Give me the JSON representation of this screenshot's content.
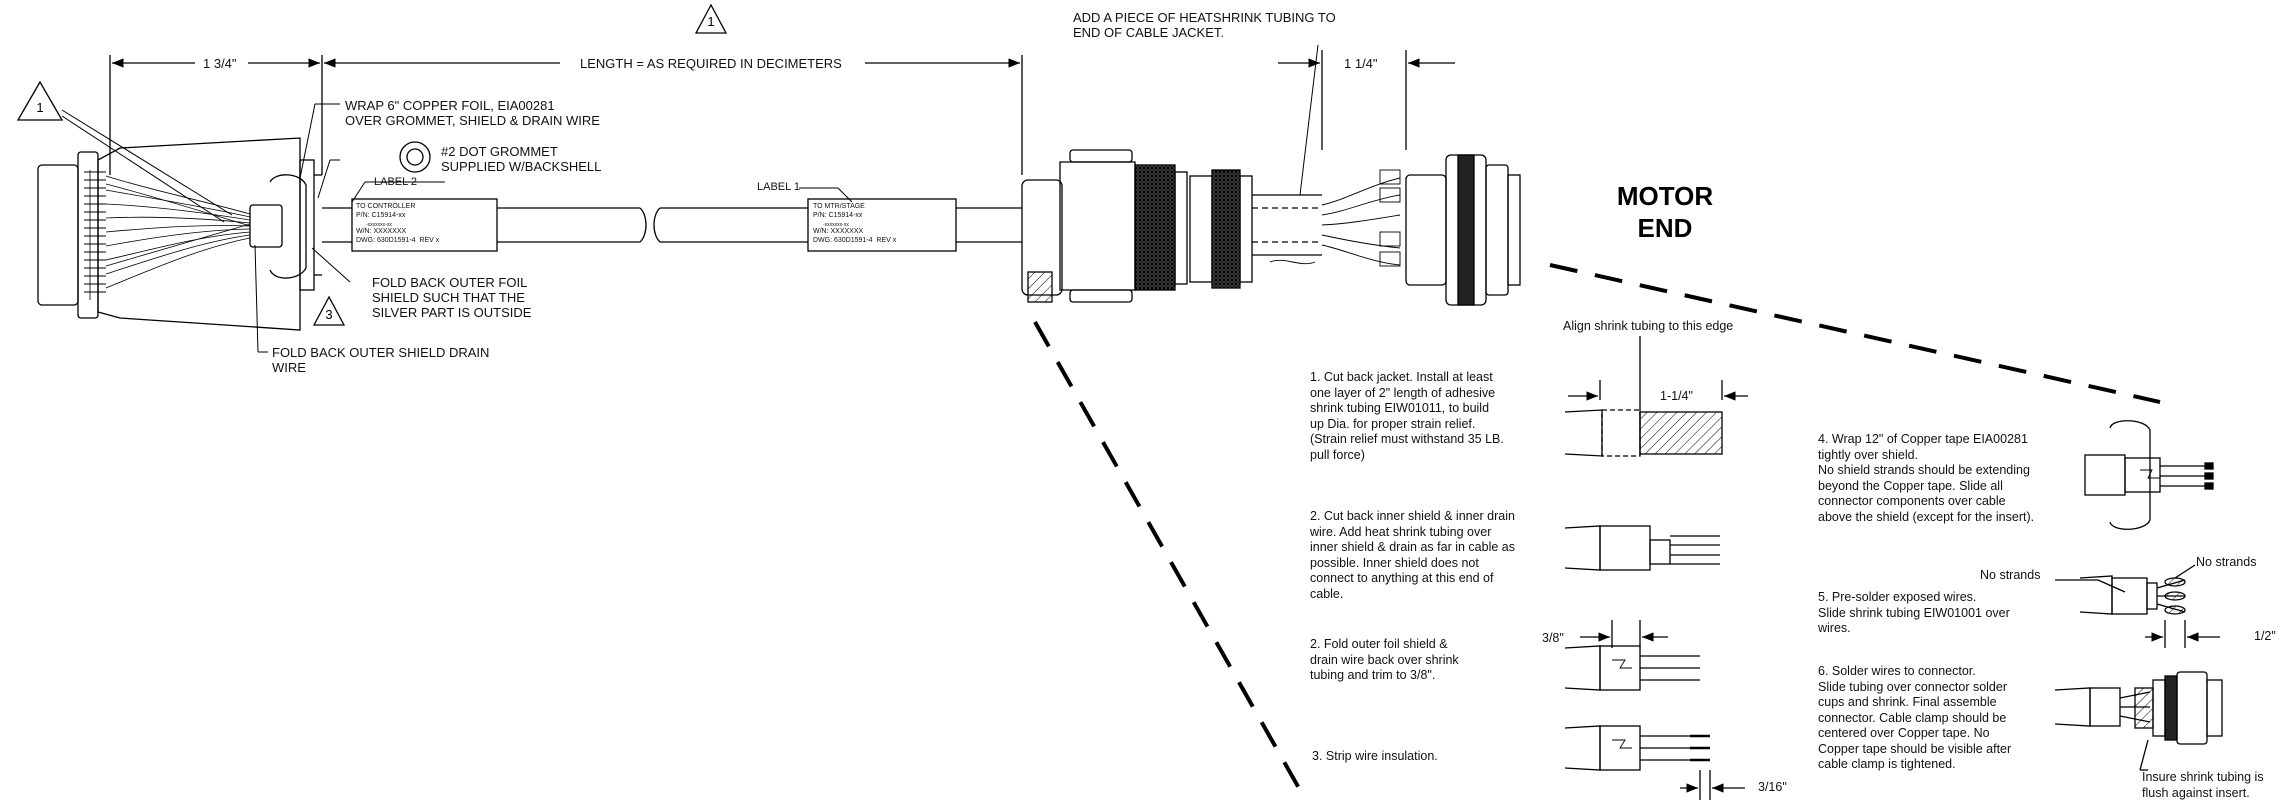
{
  "dimensions": {
    "length_left": "1 3/4\"",
    "length_main": "LENGTH = AS REQUIRED IN DECIMETERS",
    "length_right": "1 1/4\""
  },
  "callouts": {
    "tri_top": "1",
    "tri_left": "1",
    "tri_mid": "3",
    "heatshrink": "ADD A PIECE OF HEATSHRINK TUBING TO\nEND OF CABLE JACKET.",
    "copper_foil": "WRAP 6\" COPPER FOIL, EIA00281\nOVER GROMMET, SHIELD & DRAIN WIRE",
    "grommet": "#2 DOT GROMMET\nSUPPLIED W/BACKSHELL",
    "fold_foil": "FOLD BACK OUTER FOIL\nSHIELD SUCH THAT THE\nSILVER PART IS OUTSIDE",
    "fold_drain": "FOLD BACK OUTER SHIELD DRAIN\nWIRE",
    "label2_tag": "LABEL 2",
    "label1_tag": "LABEL 1"
  },
  "label2": {
    "title": "TO CONTROLLER",
    "pn": "P/N: C15914-xx",
    "sub": "-xxxxxxx-xx",
    "wn": "W/N: XXXXXXX",
    "dwg": "DWG: 630D1591-4  REV x"
  },
  "label1": {
    "title": "TO MTR/STAGE",
    "pn": "P/N: C15914-xx",
    "sub": "-xxxxxxx-xx",
    "wn": "W/N: XXXXXXX",
    "dwg": "DWG: 630D1591-4  REV x"
  },
  "motor_end": "MOTOR\nEND",
  "detail": {
    "align_note": "Align shrink tubing to this edge",
    "dim_1_1_4": "1-1/4\"",
    "dim_3_8": "3/8\"",
    "dim_3_16": "3/16\"",
    "dim_1_2": "1/2\"",
    "no_strands_left": "No strands",
    "no_strands_right": "No strands",
    "insure": "Insure shrink tubing is\nflush against insert."
  },
  "steps": {
    "s1": "1. Cut back jacket. Install at least\none layer of 2\" length of adhesive\nshrink tubing EIW01011, to build\nup Dia. for proper strain relief.\n(Strain relief must withstand 35 LB.\npull force)",
    "s2": "2. Cut back inner shield & inner drain\nwire. Add heat shrink tubing over\ninner shield & drain as far in cable as\npossible. Inner shield does not\nconnect to anything at this end of\ncable.",
    "s2b": "2. Fold outer foil shield &\ndrain wire back over shrink\ntubing and trim to 3/8\".",
    "s3": "3. Strip wire insulation.",
    "s4": "4. Wrap 12\" of Copper tape EIA00281\ntightly over shield.\nNo shield strands should be extending\nbeyond the Copper tape. Slide all\nconnector components over cable\nabove the shield (except for the insert).",
    "s5": "5. Pre-solder exposed wires.\nSlide shrink tubing EIW01001 over\nwires.",
    "s6": "6. Solder wires to connector.\nSlide tubing over connector solder\ncups and shrink. Final assemble\nconnector. Cable clamp should be\ncentered over Copper tape. No\nCopper tape should be visible after\ncable clamp is tightened."
  }
}
